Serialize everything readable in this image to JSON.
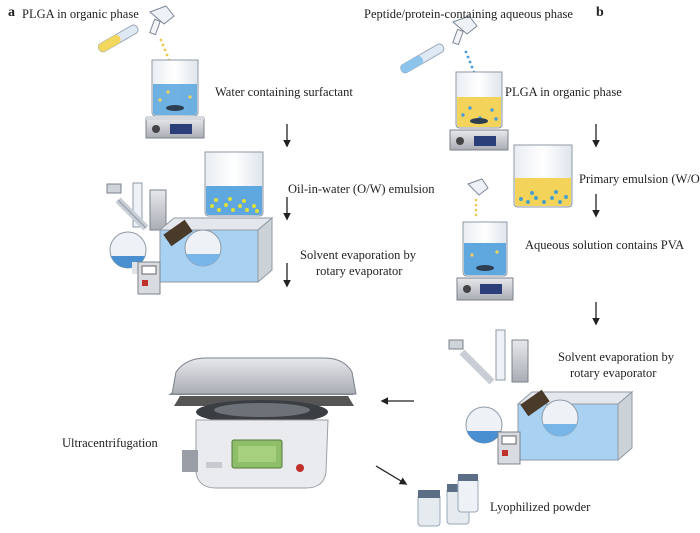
{
  "panel_a": {
    "letter": "a",
    "step1": "PLGA in organic phase",
    "step2": "Water containing surfactant",
    "step3": "Oil-in-water (O/W) emulsion",
    "step4_line1": "Solvent evaporation by",
    "step4_line2": "rotary evaporator"
  },
  "panel_b": {
    "letter": "b",
    "step1": "Peptide/protein-containing aqueous phase",
    "step2": "PLGA in organic phase",
    "step3": "Primary emulsion (W/O)",
    "step4": "Aqueous solution contains PVA",
    "step5_line1": "Solvent evaporation by",
    "step5_line2": "rotary evaporator"
  },
  "final": {
    "centrifuge": "Ultracentrifugation",
    "powder": "Lyophilized powder"
  },
  "colors": {
    "water": "#5ea8df",
    "organic": "#f3d35a",
    "droplet": "#d6d63a",
    "machine": "#9a9ea6"
  }
}
